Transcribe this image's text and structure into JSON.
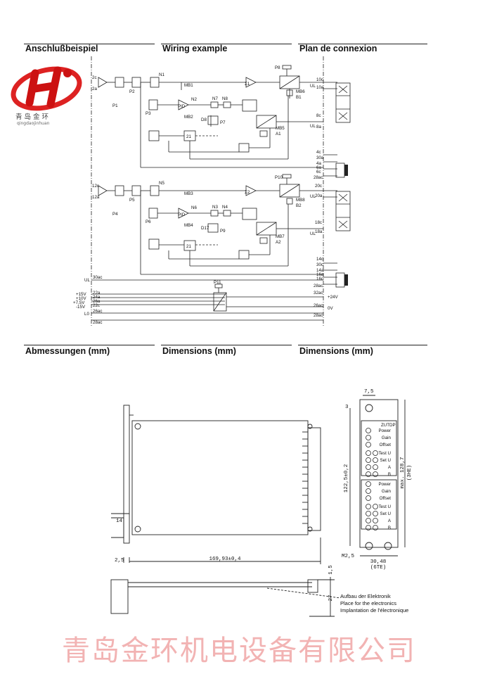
{
  "sections": {
    "top": [
      "Anschlußbeispiel",
      "Wiring example",
      "Plan de connexion"
    ],
    "bottom": [
      "Abmessungen (mm)",
      "Dimensions (mm)",
      "Dimensions (mm)"
    ]
  },
  "logo": {
    "cn": "青岛金环",
    "py": "qingdaojinhuan"
  },
  "wiring": {
    "ch1_labels": [
      "2c",
      "2a",
      "P1",
      "P2",
      "N1",
      "MB1",
      "P3",
      "N2",
      "PID",
      "N7",
      "N8",
      "MB2",
      "D8",
      "P7",
      "Σ1",
      "P8",
      "MB6",
      "B1",
      "MB5",
      "A1",
      "21"
    ],
    "ch2_labels": [
      "12c",
      "12a",
      "P4",
      "P5",
      "N5",
      "MB3",
      "P6",
      "N6",
      "PID",
      "N3",
      "N4",
      "MB4",
      "D17",
      "P9",
      "Σ2",
      "P10",
      "MB8",
      "B2",
      "MB7",
      "A2",
      "21"
    ],
    "supply_labels": [
      "UL",
      "+15V",
      "+10V",
      "+7,5V",
      "-15V",
      "L0",
      "P11"
    ],
    "supply_pins": [
      "30ac",
      "22a",
      "24a",
      "26a",
      "22c",
      "26ac",
      "28ac"
    ],
    "terminals": [
      "10c",
      "UL",
      "10a",
      "8c",
      "UL",
      "8a",
      "4c",
      "30a",
      "4a",
      "6a",
      "6c",
      "28ac",
      "20c",
      "UL",
      "20a",
      "18c",
      "18a",
      "UL",
      "14c",
      "30c",
      "14a",
      "16a",
      "16c",
      "28ac",
      "32ac",
      "+24V",
      "26ac",
      "0V",
      "28ac"
    ]
  },
  "dimensions": {
    "top_width": "7,5",
    "small_pitch": "3",
    "board_depth": "169,93±0,4",
    "edge": "2,5",
    "tab": "14",
    "height_inner": "122,5±0,2",
    "height_outer": "max. 128,7",
    "height_unit": "(3HE)",
    "screw": "M2,5",
    "front_width": "30,48",
    "front_unit": "(6TE)",
    "side_gap": "1,5",
    "side_h": "27"
  },
  "front_panel": {
    "model": "ZUTDP",
    "rows": [
      "Power",
      "Gain",
      "Offset",
      "Test U",
      "Set U",
      "A",
      "B"
    ],
    "rows2": [
      "Power",
      "Gain",
      "Offset",
      "Test U",
      "Set U",
      "A",
      "B"
    ]
  },
  "notes": [
    "Aufbau der Elektronik",
    "Place for the electronics",
    "Implantation de l'électronique"
  ],
  "company": "青岛金环机电设备有限公司"
}
